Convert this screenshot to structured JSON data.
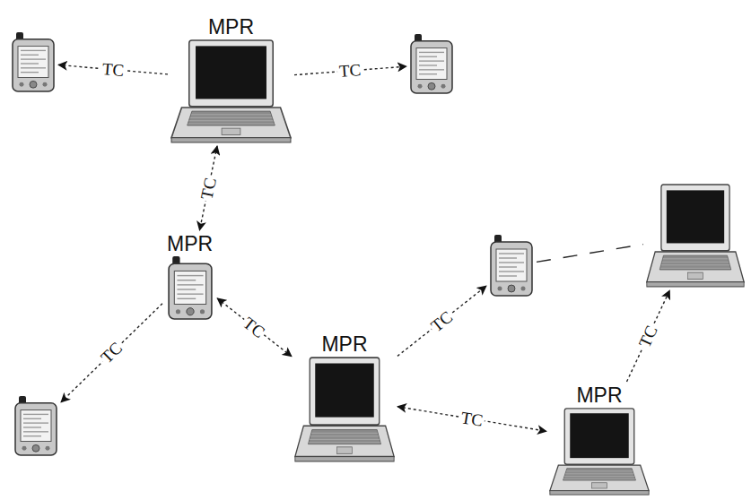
{
  "diagram": {
    "nodes": [
      {
        "text": [
          "MPR"
        ]
      },
      {
        "text": []
      },
      {
        "text": []
      },
      {
        "text": [
          "MPR"
        ]
      },
      {
        "text": []
      },
      {
        "text": [
          "MPR"
        ]
      },
      {
        "text": []
      },
      {
        "text": []
      },
      {
        "text": [
          "MPR"
        ]
      }
    ],
    "edges": [
      {
        "from": 0,
        "to": 1,
        "arrow": "to",
        "label": "TC"
      },
      {
        "from": 0,
        "to": 2,
        "arrow": "to",
        "label": "TC"
      },
      {
        "from": 0,
        "to": 3,
        "arrow": "both",
        "label": "TC"
      },
      {
        "from": 3,
        "to": 4,
        "arrow": "to",
        "label": "TC"
      },
      {
        "from": 3,
        "to": 5,
        "arrow": "both",
        "label": "TC"
      },
      {
        "from": 5,
        "to": 6,
        "arrow": "to",
        "label": "TC"
      },
      {
        "from": 5,
        "to": 8,
        "arrow": "both",
        "label": "TC"
      },
      {
        "from": 8,
        "to": 7,
        "arrow": "to",
        "label": "TC"
      },
      {
        "from": 6,
        "to": 7,
        "arrow": "none"
      }
    ]
  }
}
